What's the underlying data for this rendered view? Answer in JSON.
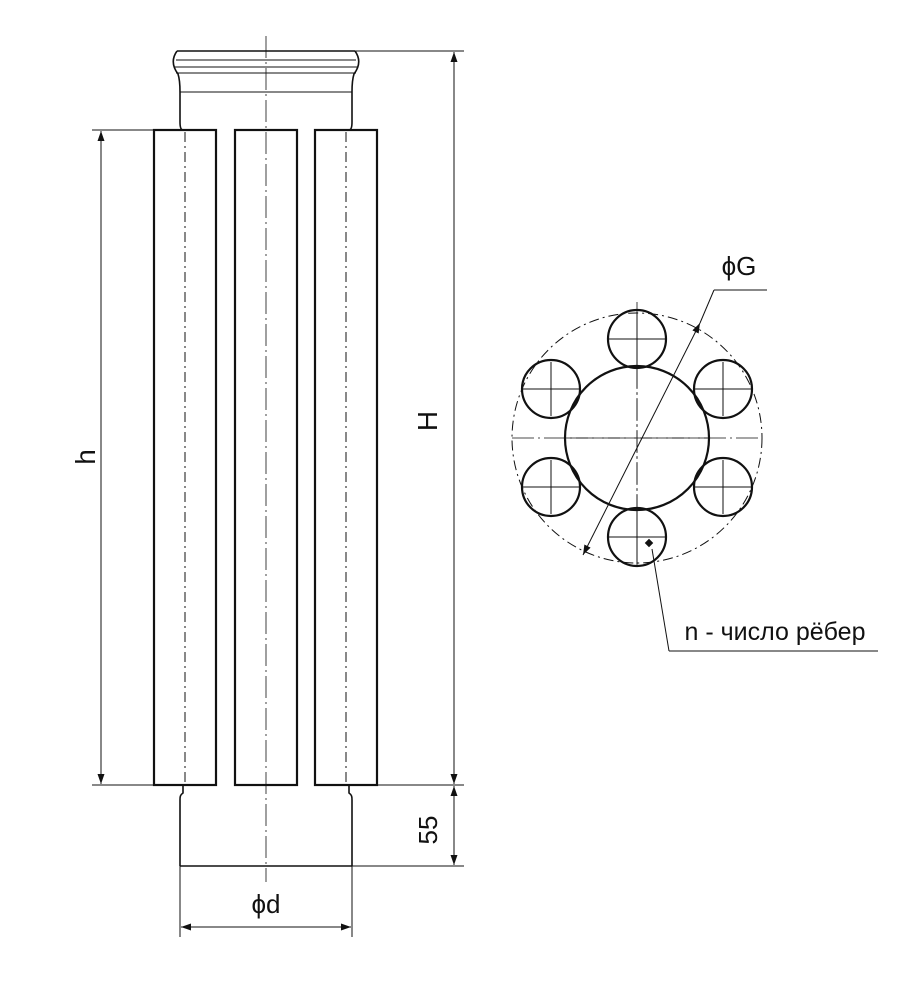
{
  "labels": {
    "height_ribs": "h",
    "height_total": "H",
    "socket_length": "55",
    "pipe_diameter": "ϕd",
    "rib_diameter": "ϕG",
    "rib_count": "n - число рёбер"
  },
  "rib_count_shown": 6,
  "colors": {
    "line": "#111111",
    "background": "#ffffff"
  }
}
